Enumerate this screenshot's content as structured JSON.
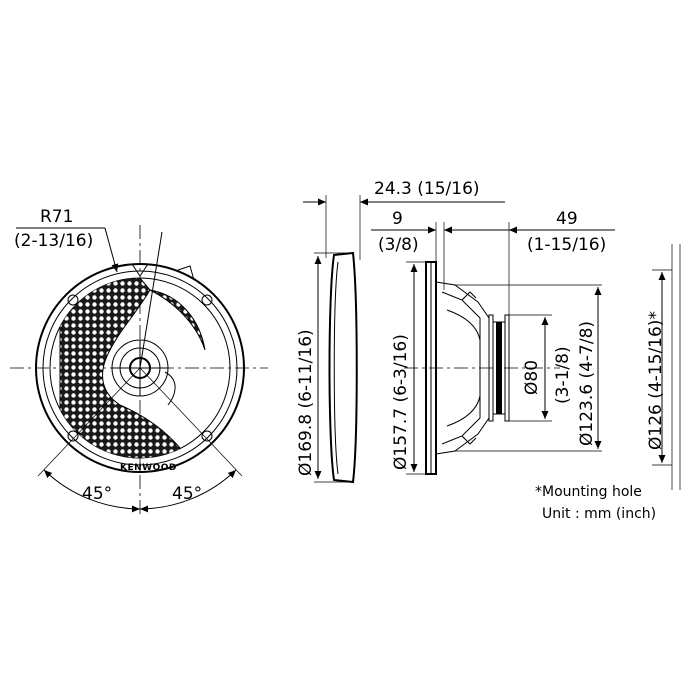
{
  "front_view": {
    "radius_label": "R71",
    "radius_label_inch": "(2-13/16)",
    "angle_left": "45°",
    "angle_right": "45°",
    "brand": "KENWOOD"
  },
  "side_view": {
    "depth_total": "24.3 (15/16)",
    "depth_flange": "9",
    "depth_flange_inch": "(3/8)",
    "depth_mount": "49",
    "depth_mount_inch": "(1-15/16)",
    "dia_outer": "Ø169.8 (6-11/16)",
    "dia_frame": "Ø157.7 (6-3/16)",
    "dia_magnet": "Ø80",
    "dia_magnet_inch": "(3-1/8)",
    "dia_cone": "Ø123.6 (4-7/8)",
    "dia_hole": "Ø126 (4-15/16)*"
  },
  "notes": {
    "mounting": "*Mounting hole",
    "unit": "Unit : mm (inch)"
  }
}
